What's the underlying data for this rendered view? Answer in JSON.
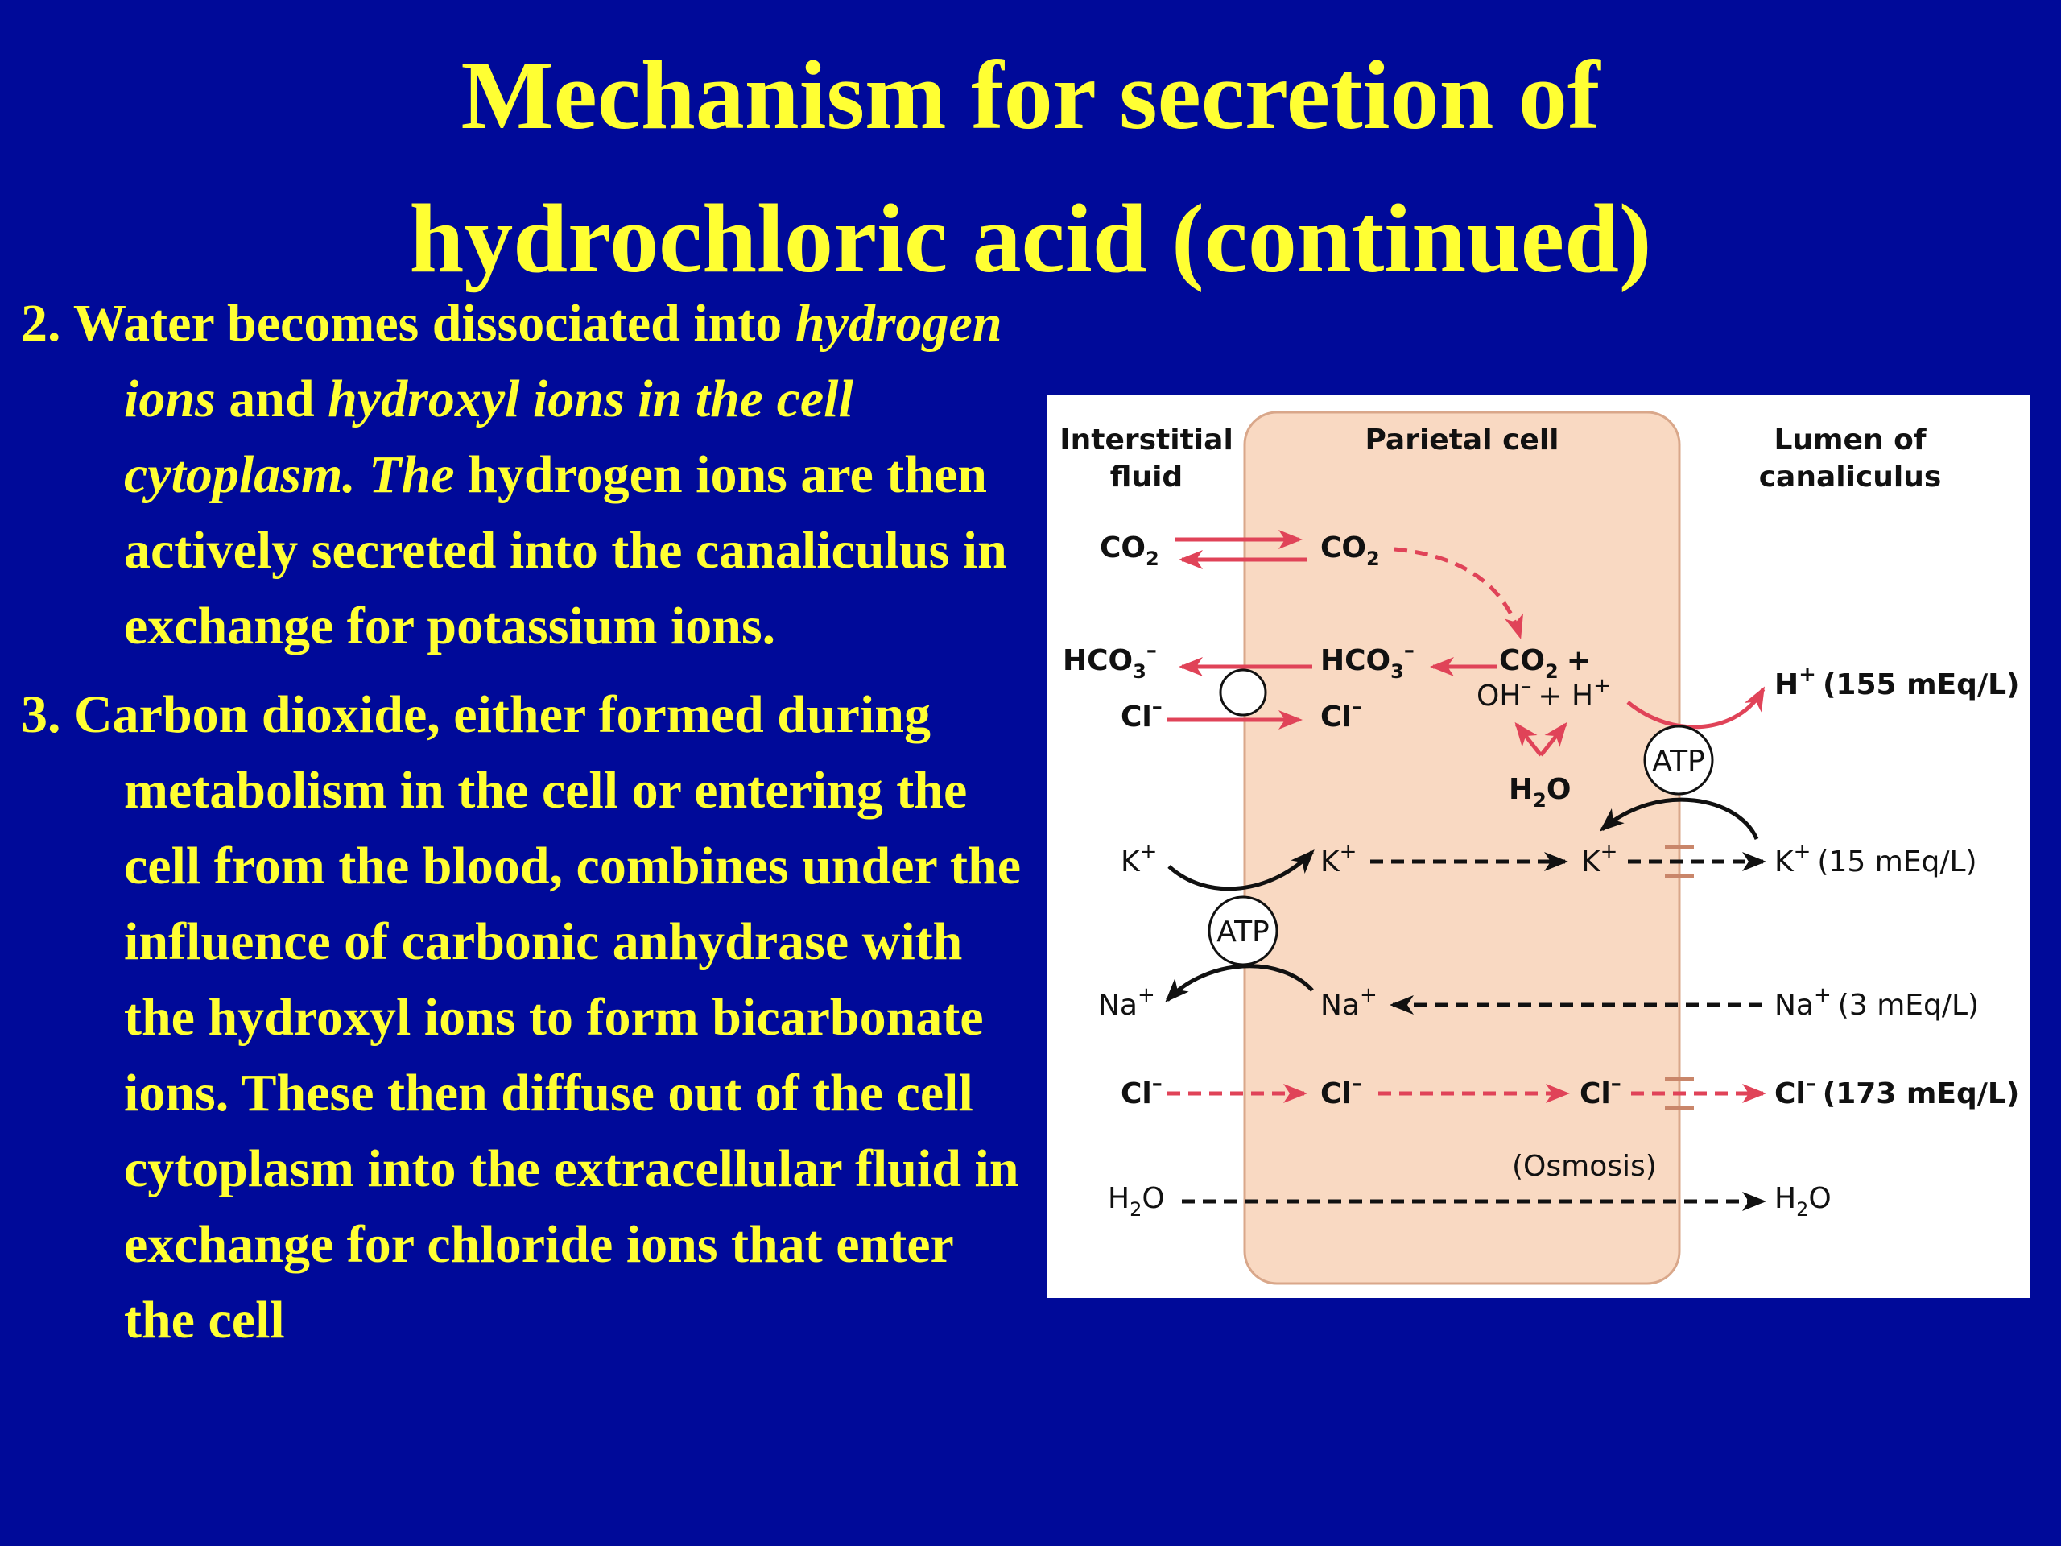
{
  "title": {
    "line1": "Mechanism for secretion of",
    "line2": "hydrochloric acid (continued)"
  },
  "point2": {
    "num": "2.",
    "a": "Water becomes dissociated into",
    "b_italic": "hydrogen ions",
    "c": "and",
    "d_italic": "hydroxyl ions in the cell cytoplasm. The",
    "e": "hydrogen ions are then actively secreted into the canaliculus in exchange for potassium ions."
  },
  "point3": {
    "num": "3.",
    "text": "Carbon dioxide, either formed during metabolism in the cell or entering the cell from the blood, combines under the influence of carbonic anhydrase with the hydroxyl ions to form bicarbonate ions. These then diffuse out of the cell cytoplasm into the extracellular fluid in exchange for chloride ions that enter the cell"
  },
  "diagram": {
    "headers": {
      "interstitial_1": "Interstitial",
      "interstitial_2": "fluid",
      "parietal": "Parietal cell",
      "lumen_1": "Lumen of",
      "lumen_2": "canaliculus"
    },
    "labels": {
      "co2": "CO",
      "sub2": "2",
      "hco3": "HCO",
      "sub3": "3",
      "minus": "–",
      "co2_plus": "+",
      "oh_h": "OH",
      "plus_h": "+ H",
      "plus": "+",
      "cl": "Cl",
      "h2o_h": "H",
      "h2o_o": "O",
      "atp": "ATP",
      "k": "K",
      "na": "Na",
      "h_conc": "(155 mEq/L)",
      "k_conc": "(15 mEq/L)",
      "na_conc": "(3 mEq/L)",
      "cl_conc": "(173 mEq/L)",
      "osmosis": "(Osmosis)"
    },
    "colors": {
      "cell_fill": "#f9d9c2",
      "cell_stroke": "#d9a78a",
      "red_arrow": "#e04358",
      "black_arrow": "#111111",
      "text_yellow": "#ffff33",
      "background": "#000a99"
    }
  }
}
